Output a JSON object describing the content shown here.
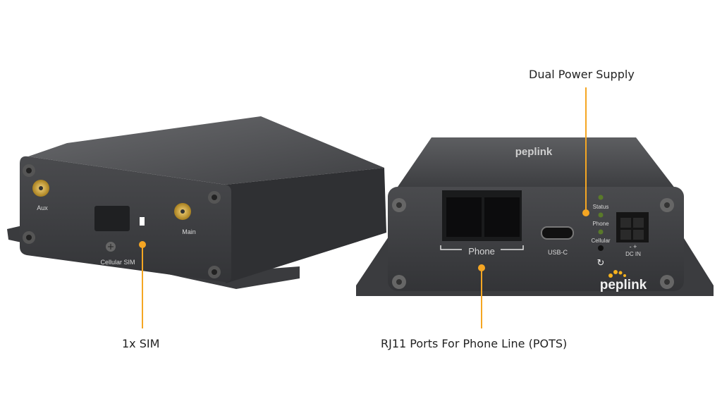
{
  "callouts": {
    "power": "Dual Power Supply",
    "sim": "1x SIM",
    "rj11": "RJ11 Ports For Phone Line (POTS)"
  },
  "left_device": {
    "aux": "Aux",
    "main": "Main",
    "sim_slot": "Cellular SIM"
  },
  "right_device": {
    "phone": "Phone",
    "usb": "USB-C",
    "led_status": "Status",
    "led_phone": "Phone",
    "led_cellular": "Cellular",
    "dc_polarity": "-  +",
    "dc_in": "DC IN",
    "brand": "peplink"
  },
  "colors": {
    "accent": "#f5a623",
    "body": "#3a3b3d",
    "led": "#5a7a2a"
  }
}
